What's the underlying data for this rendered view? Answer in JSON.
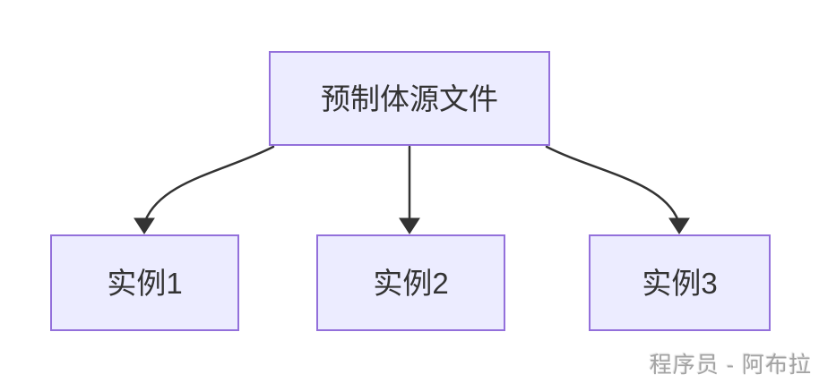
{
  "diagram": {
    "type": "flowchart-top-down",
    "nodes": [
      {
        "id": "source",
        "label": "预制体源文件",
        "role": "root"
      },
      {
        "id": "instance1",
        "label": "实例1",
        "role": "child"
      },
      {
        "id": "instance2",
        "label": "实例2",
        "role": "child"
      },
      {
        "id": "instance3",
        "label": "实例3",
        "role": "child"
      }
    ],
    "edges": [
      {
        "from": "source",
        "to": "instance1",
        "arrow": "filled-triangle"
      },
      {
        "from": "source",
        "to": "instance2",
        "arrow": "filled-triangle"
      },
      {
        "from": "source",
        "to": "instance3",
        "arrow": "filled-triangle"
      }
    ],
    "colors": {
      "node_fill": "#ECECFF",
      "node_border": "#9370DB",
      "edge_stroke": "#333333",
      "node_text": "#333333",
      "watermark_text": "#a3a3a3",
      "background": "#ffffff"
    }
  },
  "watermark": {
    "text": "程序员 - 阿布拉"
  }
}
